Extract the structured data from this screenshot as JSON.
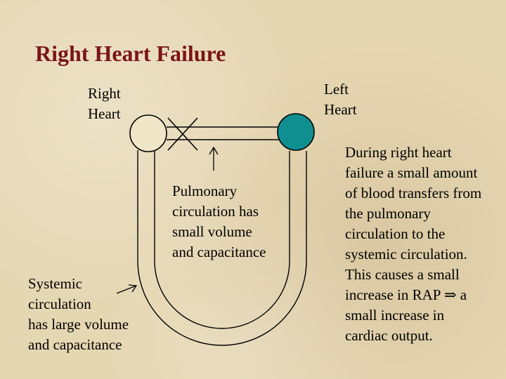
{
  "slide": {
    "title": "Right Heart Failure"
  },
  "labels": {
    "right_heart": [
      "Right",
      "Heart"
    ],
    "left_heart": [
      "Left",
      "Heart"
    ],
    "pulmonary": [
      "Pulmonary",
      "circulation has",
      "small volume",
      "and capacitance"
    ],
    "systemic": [
      "Systemic",
      "circulation",
      "has large volume",
      "and capacitance"
    ]
  },
  "description": [
    "During right heart",
    "failure a small amount",
    "of blood transfers from",
    "the pulmonary",
    "circulation to the",
    "systemic circulation.",
    "This causes a small",
    "increase in RAP ⇒ a",
    "small increase in",
    "cardiac output."
  ],
  "colors": {
    "title": "#7a1515",
    "left_heart_fill": "#0f8f8f",
    "right_heart_fill": "#f2e6c8",
    "background": "#e6d7b3"
  }
}
